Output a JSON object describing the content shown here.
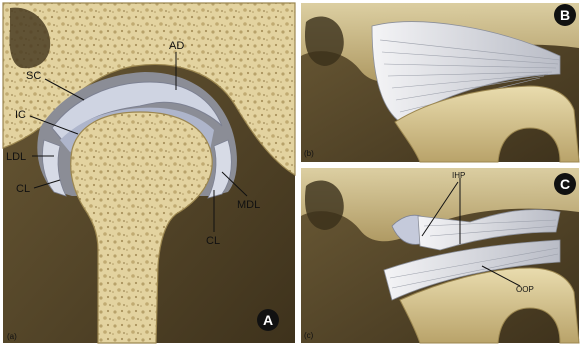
{
  "panels": {
    "a": {
      "letter": "A",
      "caption": "(a)",
      "labels": {
        "ad": "AD",
        "sc": "SC",
        "ic": "IC",
        "ldl": "LDL",
        "cl_left": "CL",
        "cl_bottom": "CL",
        "mdl": "MDL"
      }
    },
    "b": {
      "letter": "B",
      "caption": "(b)"
    },
    "c": {
      "letter": "C",
      "caption": "(c)",
      "labels": {
        "ihp": "IHP",
        "oop": "OOP"
      }
    }
  },
  "colors": {
    "bone": "#e5d6a4",
    "bone_dark": "#c8b47a",
    "background": "#5a4a2c",
    "disc": "#c9cede",
    "capsule": "#8b8d96",
    "badge": "#111111"
  }
}
